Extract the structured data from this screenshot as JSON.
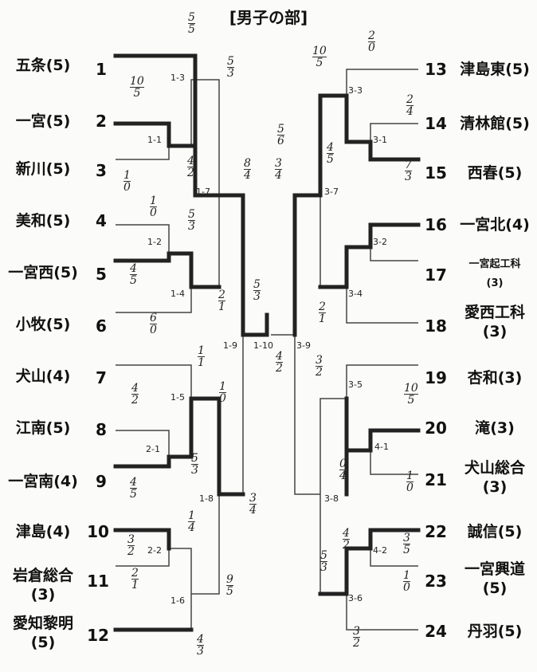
{
  "title": "[男子の部]",
  "left_teams": [
    {
      "name": "五条(5)",
      "seed": "1"
    },
    {
      "name": "一宮(5)",
      "seed": "2"
    },
    {
      "name": "新川(5)",
      "seed": "3"
    },
    {
      "name": "美和(5)",
      "seed": "4"
    },
    {
      "name": "一宮西(5)",
      "seed": "5"
    },
    {
      "name": "小牧(5)",
      "seed": "6"
    },
    {
      "name": "犬山(4)",
      "seed": "7"
    },
    {
      "name": "江南(5)",
      "seed": "8"
    },
    {
      "name": "一宮南(4)",
      "seed": "9"
    },
    {
      "name": "津島(4)",
      "seed": "10"
    },
    {
      "name": "岩倉総合\n(3)",
      "seed": "11"
    },
    {
      "name": "愛知黎明\n(5)",
      "seed": "12"
    }
  ],
  "right_teams": [
    {
      "name": "津島東(5)",
      "seed": "13"
    },
    {
      "name": "清林館(5)",
      "seed": "14"
    },
    {
      "name": "西春(5)",
      "seed": "15"
    },
    {
      "name": "一宮北(4)",
      "seed": "16"
    },
    {
      "name": "一宮起工科\n(3)",
      "seed": "17"
    },
    {
      "name": "愛西工科\n(3)",
      "seed": "18"
    },
    {
      "name": "杏和(3)",
      "seed": "19"
    },
    {
      "name": "滝(3)",
      "seed": "20"
    },
    {
      "name": "犬山総合\n(3)",
      "seed": "21"
    },
    {
      "name": "誠信(5)",
      "seed": "22"
    },
    {
      "name": "一宮興道\n(5)",
      "seed": "23"
    },
    {
      "name": "丹羽(5)",
      "seed": "24"
    }
  ],
  "match_labels": [
    "1-3",
    "1-1",
    "1-7",
    "1-2",
    "1-4",
    "1-9",
    "1-10",
    "1-5",
    "2-1",
    "1-8",
    "2-2",
    "1-6",
    "3-3",
    "3-1",
    "3-7",
    "3-2",
    "3-4",
    "3-9",
    "3-5",
    "4-1",
    "3-8",
    "4-2",
    "3-6"
  ],
  "scores": [
    {
      "top": "5",
      "bottom": "5"
    },
    {
      "top": "10",
      "bottom": "5"
    },
    {
      "top": "5",
      "bottom": "3"
    },
    {
      "top": "1",
      "bottom": "0"
    },
    {
      "top": "4",
      "bottom": "2"
    },
    {
      "top": "8",
      "bottom": "4"
    },
    {
      "top": "3",
      "bottom": "4"
    },
    {
      "top": "1",
      "bottom": "0"
    },
    {
      "top": "5",
      "bottom": "3"
    },
    {
      "top": "4",
      "bottom": "5"
    },
    {
      "top": "6",
      "bottom": "0"
    },
    {
      "top": "2",
      "bottom": "1"
    },
    {
      "top": "5",
      "bottom": "3"
    },
    {
      "top": "1",
      "bottom": "1"
    },
    {
      "top": "4",
      "bottom": "2"
    },
    {
      "top": "1",
      "bottom": "0"
    },
    {
      "top": "4",
      "bottom": "2"
    },
    {
      "top": "5",
      "bottom": "3"
    },
    {
      "top": "4",
      "bottom": "5"
    },
    {
      "top": "1",
      "bottom": "4"
    },
    {
      "top": "3",
      "bottom": "2"
    },
    {
      "top": "3",
      "bottom": "4"
    },
    {
      "top": "2",
      "bottom": "1"
    },
    {
      "top": "9",
      "bottom": "5"
    },
    {
      "top": "4",
      "bottom": "3"
    },
    {
      "top": "10",
      "bottom": "5"
    },
    {
      "top": "2",
      "bottom": "0"
    },
    {
      "top": "4",
      "bottom": "5"
    },
    {
      "top": "7",
      "bottom": "3"
    },
    {
      "top": "2",
      "bottom": "4"
    },
    {
      "top": "5",
      "bottom": "6"
    },
    {
      "top": "2",
      "bottom": "1"
    },
    {
      "top": "3",
      "bottom": "2"
    },
    {
      "top": "10",
      "bottom": "5"
    },
    {
      "top": "0",
      "bottom": "4"
    },
    {
      "top": "1",
      "bottom": "0"
    },
    {
      "top": "4",
      "bottom": "2"
    },
    {
      "top": "3",
      "bottom": "5"
    },
    {
      "top": "1",
      "bottom": "0"
    },
    {
      "top": "5",
      "bottom": "3"
    },
    {
      "top": "3",
      "bottom": "2"
    }
  ]
}
